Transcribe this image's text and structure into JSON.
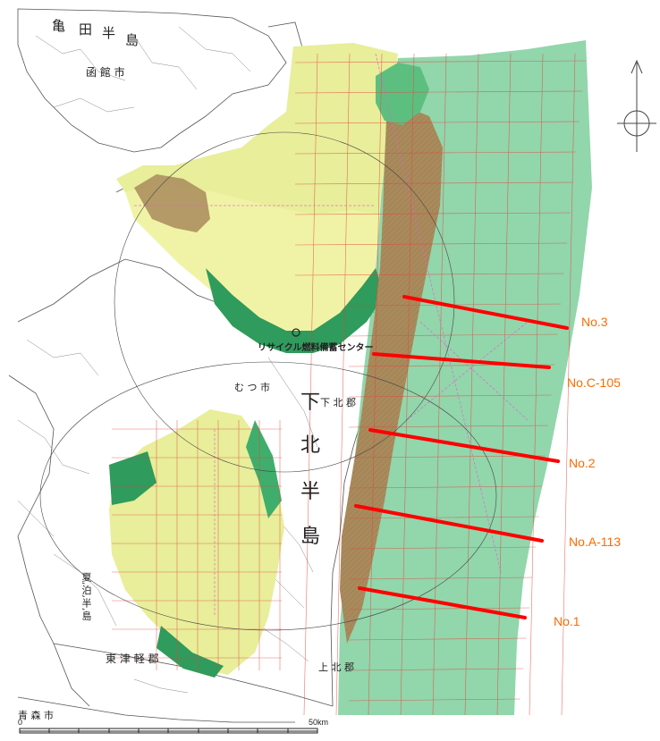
{
  "map": {
    "peninsula_upper": [
      "亀",
      "田",
      "半",
      "島"
    ],
    "hakodate": "函 館 市",
    "shimokita": [
      "下",
      "北",
      "半",
      "島"
    ],
    "natsudomari": [
      "夏",
      "泊",
      "半",
      "島"
    ],
    "center_label": "リサイクル燃料備蓄センター",
    "gun_upper": "下 北 郡",
    "gun_lower": "上 北 郡",
    "higashi_tsugaru": "東 津 軽 郡",
    "aomori_city": "青 森 市",
    "mutsu": "む つ 市"
  },
  "profiles": [
    {
      "label": "No.3"
    },
    {
      "label": "No.C-105"
    },
    {
      "label": "No.2"
    },
    {
      "label": "No.A-113"
    },
    {
      "label": "No.1"
    }
  ],
  "scale_bar": {
    "start": "0",
    "end": "50km"
  },
  "colors": {
    "profile_line": "#ff0000",
    "profile_label": "#ff6a00",
    "sea_green": "#7fcf9e",
    "yellow_unit": "#e8ee9a",
    "brown_unit": "#a98a5c",
    "dark_green": "#2f9b5c",
    "survey_grid": "#e2453a",
    "track_pink": "#e064c8"
  },
  "icons": {
    "north_arrow": "north-arrow-icon"
  }
}
